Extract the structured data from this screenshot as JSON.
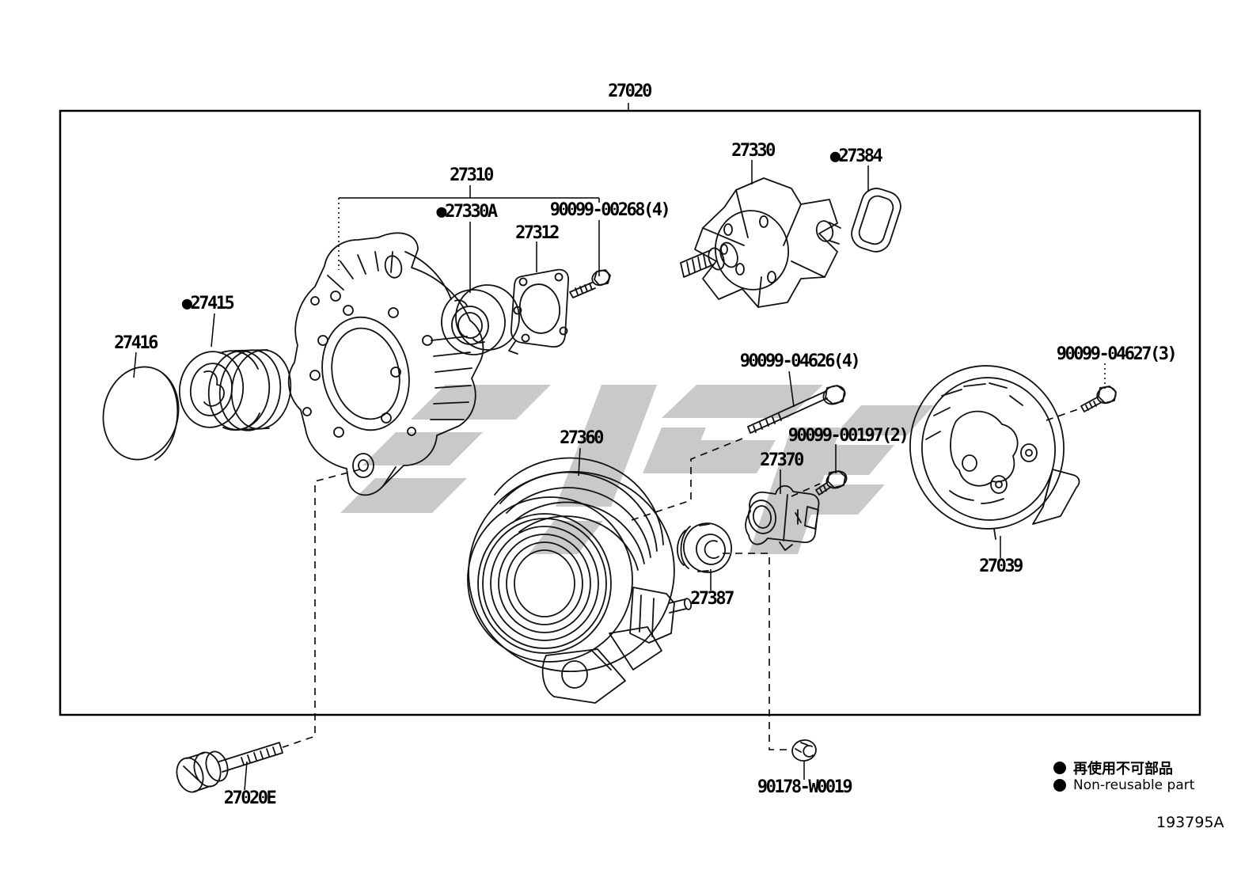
{
  "callouts": {
    "c27020": "27020",
    "c27310": "27310",
    "c27330a": "●27330A",
    "c90099_00268": "90099-00268(4)",
    "c27312": "27312",
    "c27330": "27330",
    "c27384": "●27384",
    "c27415": "●27415",
    "c27416": "27416",
    "c27360": "27360",
    "c90099_04626": "90099-04626(4)",
    "c90099_00197": "90099-00197(2)",
    "c27370": "27370",
    "c27039": "27039",
    "c90099_04627": "90099-04627(3)",
    "c27387": "27387",
    "c27020e": "27020E",
    "c90178_w0019": "90178-W0019"
  },
  "legend": {
    "jp": "再使用不可部品",
    "en": "Non-reusable part"
  },
  "figure_number": "193795A"
}
